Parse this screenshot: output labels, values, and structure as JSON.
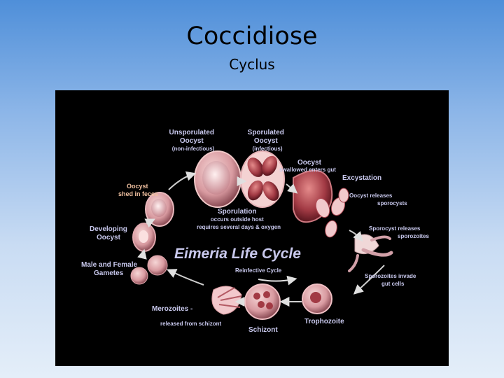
{
  "title": "Coccidiose",
  "subtitle": "Cyclus",
  "diagram": {
    "center_title": "Eimeria Life Cycle",
    "reinfective": "Reinfective Cycle",
    "stages": {
      "unsporulated": [
        "Unsporulated",
        "Oocyst",
        "(non-infectious)"
      ],
      "sporulated": [
        "Sporulated",
        "Oocyst",
        "(infectious)"
      ],
      "oocyst_swallowed": [
        "Oocyst",
        "swallowed enters gut"
      ],
      "excystation": "Excystation",
      "oocyst_releases": [
        "Oocyst releases",
        "sporocysts"
      ],
      "sporulation": [
        "Sporulation",
        "occurs outside host",
        "requires several days & oxygen"
      ],
      "shed": [
        "Oocyst",
        "shed in feces"
      ],
      "developing": [
        "Developing",
        "Oocyst"
      ],
      "sporocyst_releases": [
        "Sporocyst releases",
        "sporozoites"
      ],
      "gametes": [
        "Male and Female",
        "Gametes"
      ],
      "sporozoites_invade": [
        "Sporozoites invade",
        "gut cells"
      ],
      "merozoites": [
        "Merozoites -",
        "released from schizont"
      ],
      "schizont": "Schizont",
      "trophozoite": "Trophozoite"
    }
  },
  "colors": {
    "background_top": "#4f8fd9",
    "background_bottom": "#e4eef9",
    "panel": "#000000",
    "label": "#c9c9ee",
    "cell_pink": "#d89aa0",
    "cell_dark_red": "#8a2a35"
  }
}
